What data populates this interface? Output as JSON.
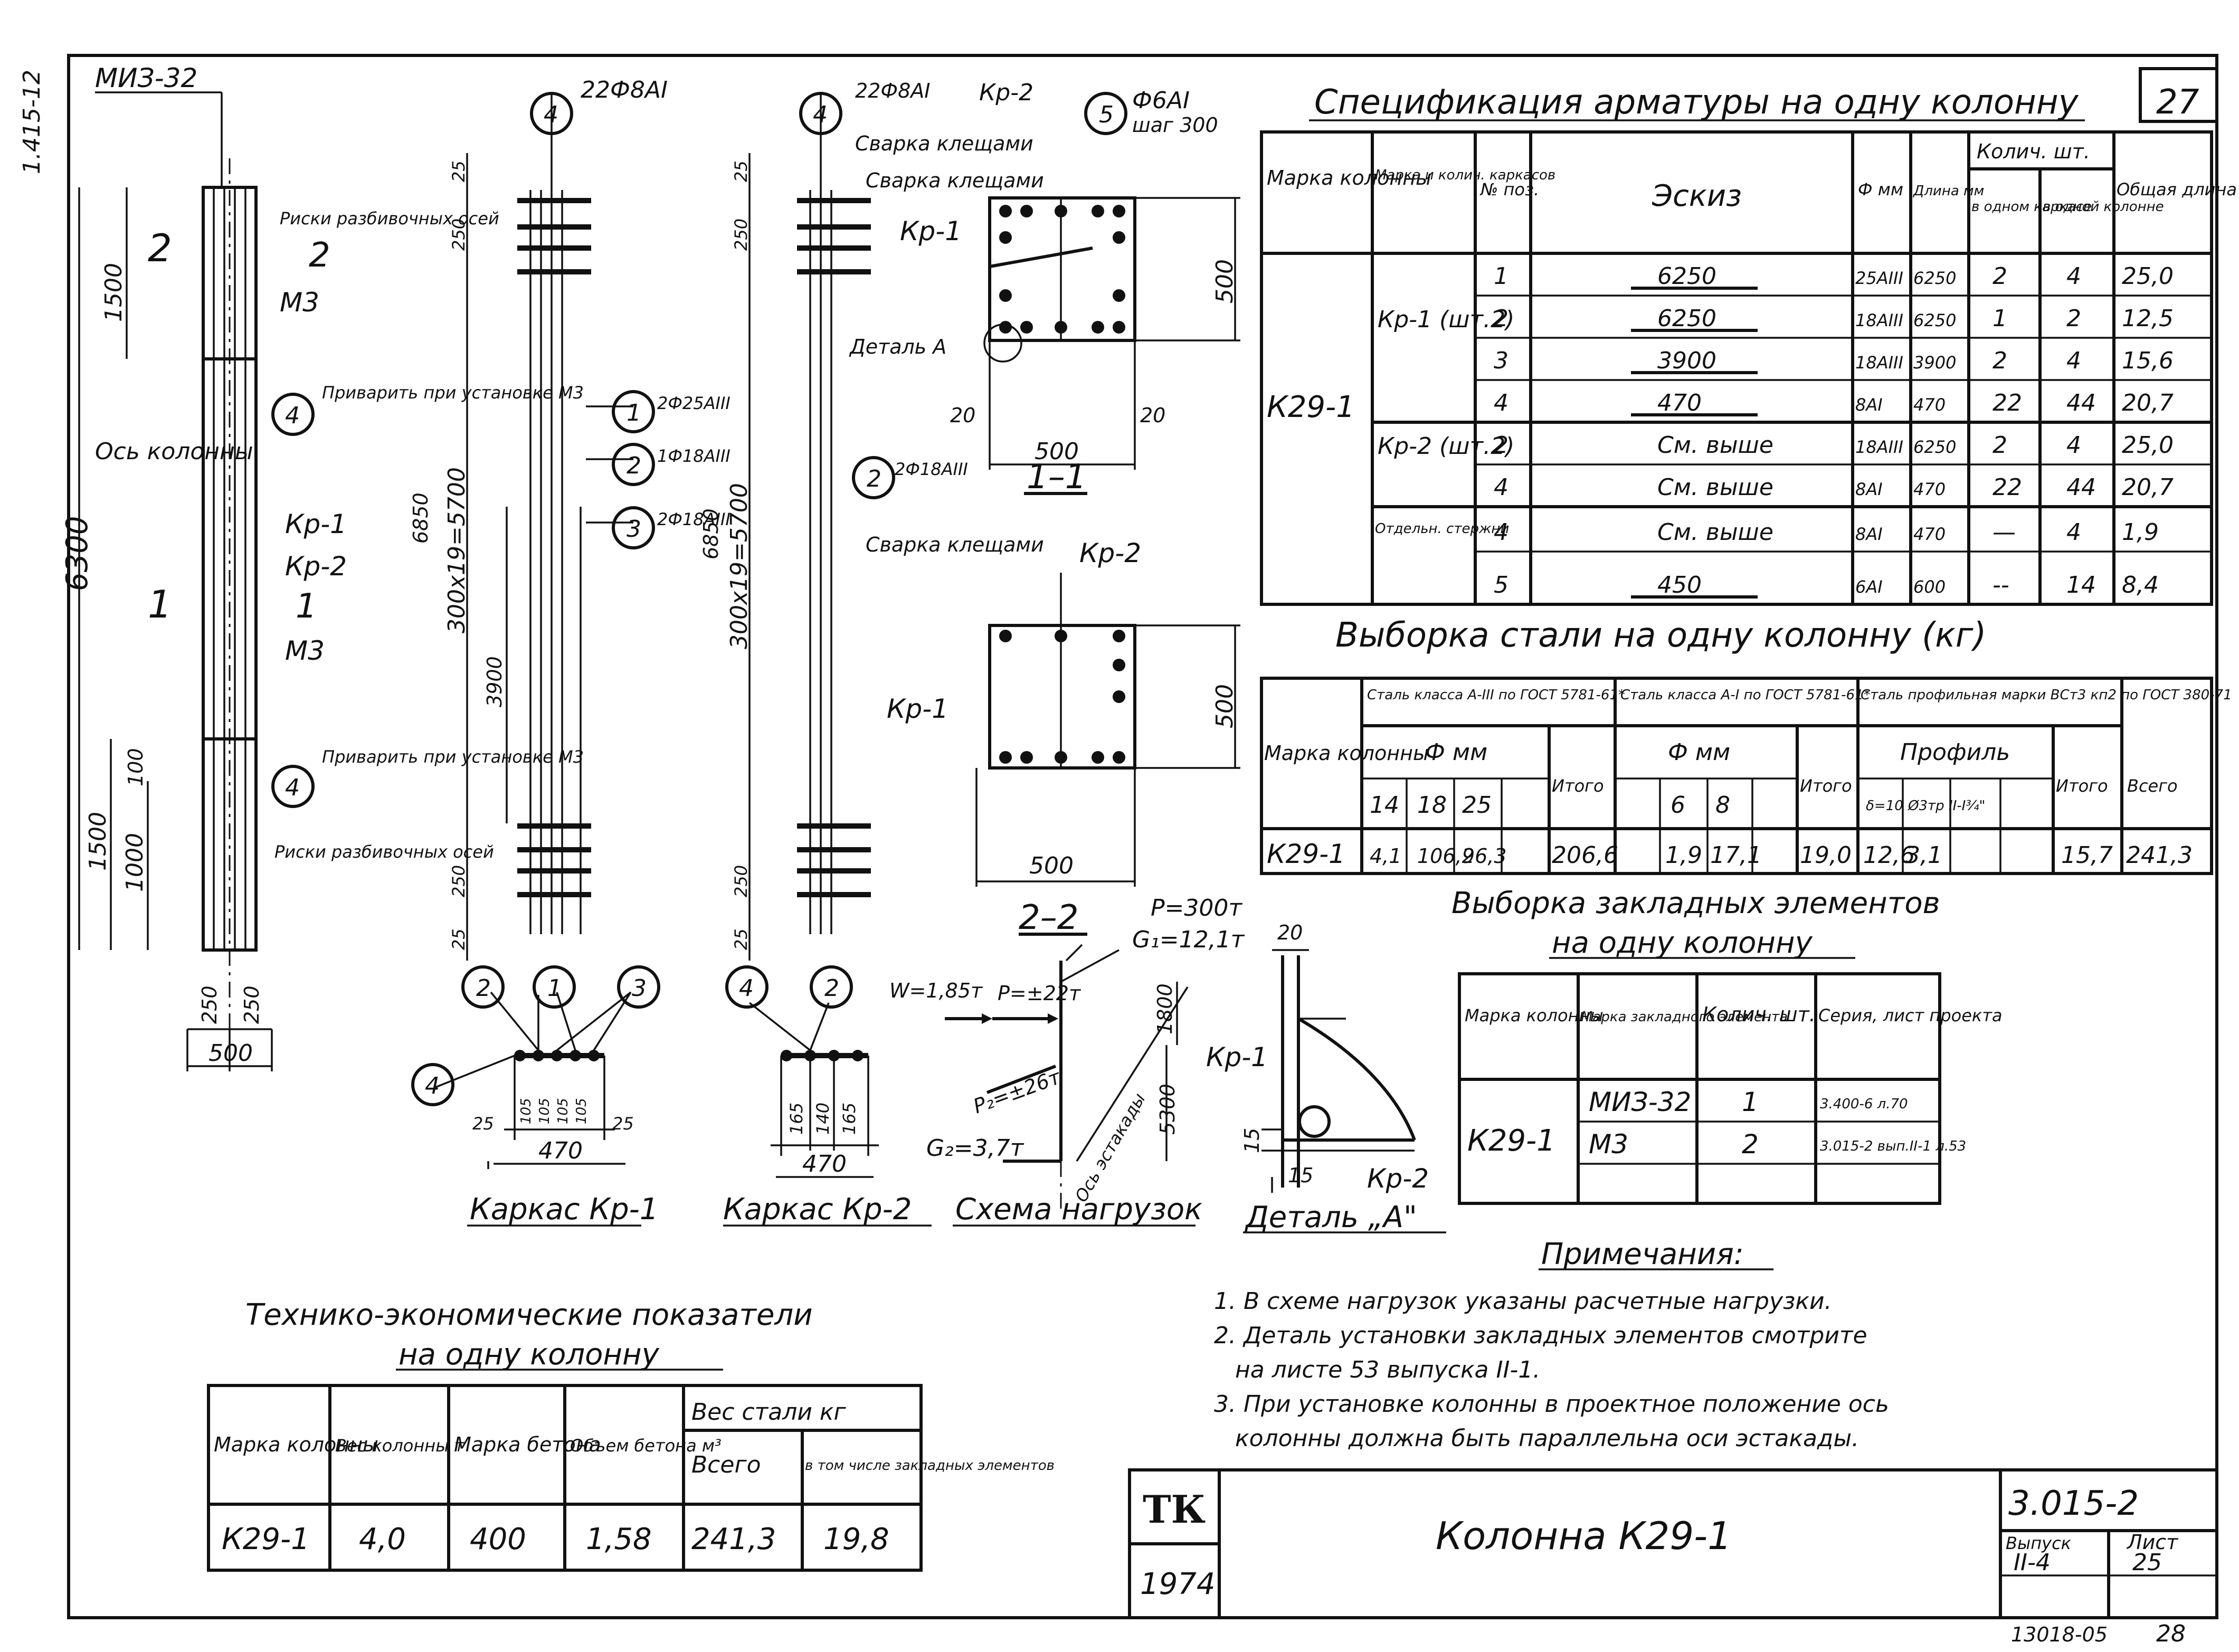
{
  "sheet_no": "27",
  "vertical_code": "1.415-12",
  "spec": {
    "title": "Спецификация арматуры на одну колонну",
    "headers": {
      "mark": "Марка колонны",
      "frame": "Марка и колич. каркасов",
      "pos": "№ поз.",
      "sketch": "Эскиз",
      "dia": "Ф мм",
      "len": "Длина мм",
      "qty": "Колич. шт.",
      "qty_frame": "в одном каркасе",
      "qty_col": "в одной колонне",
      "total": "Общая длина м"
    },
    "col_mark": "К29-1",
    "groups": [
      "Кр-1 (шт.2)",
      "Кр-2 (шт.2)",
      "Отдельн. стержни"
    ],
    "rows": [
      {
        "pos": "1",
        "sketch": "6250",
        "dia": "25АIII",
        "len": "6250",
        "qf": "2",
        "qc": "4",
        "total": "25,0"
      },
      {
        "pos": "2",
        "sketch": "6250",
        "dia": "18АIII",
        "len": "6250",
        "qf": "1",
        "qc": "2",
        "total": "12,5"
      },
      {
        "pos": "3",
        "sketch": "3900",
        "dia": "18АIII",
        "len": "3900",
        "qf": "2",
        "qc": "4",
        "total": "15,6"
      },
      {
        "pos": "4",
        "sketch": "470",
        "dia": "8АI",
        "len": "470",
        "qf": "22",
        "qc": "44",
        "total": "20,7"
      },
      {
        "pos": "2",
        "sketch": "См. выше",
        "dia": "18АIII",
        "len": "6250",
        "qf": "2",
        "qc": "4",
        "total": "25,0"
      },
      {
        "pos": "4",
        "sketch": "См. выше",
        "dia": "8АI",
        "len": "470",
        "qf": "22",
        "qc": "44",
        "total": "20,7"
      },
      {
        "pos": "4",
        "sketch": "См. выше",
        "dia": "8АI",
        "len": "470",
        "qf": "—",
        "qc": "4",
        "total": "1,9"
      },
      {
        "pos": "5",
        "sketch": "450",
        "dia": "6АI",
        "len": "600",
        "qf": "--",
        "qc": "14",
        "total": "8,4"
      }
    ]
  },
  "steel": {
    "title": "Выборка стали на одну колонну (кг)",
    "h_mark": "Марка колонны",
    "h_a3": "Сталь класса А-III по ГОСТ 5781-61*",
    "h_a1": "Сталь класса А-I по ГОСТ 5781-61*",
    "h_prof": "Сталь профильная марки ВСт3 кп2 по ГОСТ 380-71",
    "h_fmm": "Ф мм",
    "h_itogo": "Итого",
    "h_profil": "Профиль",
    "h_vsego": "Всего",
    "d_a3": [
      "14",
      "18",
      "25"
    ],
    "d_a1": [
      "6",
      "8"
    ],
    "d_prof": [
      "δ=10",
      "Ø3тр ІІ-І¾\""
    ],
    "row": {
      "mark": "К29-1",
      "a3": [
        "4,1",
        "106,2",
        "96,3"
      ],
      "a3_total": "206,6",
      "a1": [
        "1,9",
        "17,1"
      ],
      "a1_total": "19,0",
      "prof": [
        "12,6",
        "3,1"
      ],
      "prof_total": "15,7",
      "all": "241,3"
    }
  },
  "embedded": {
    "title1": "Выборка закладных элементов",
    "title2": "на одну колонну",
    "h_mark": "Марка колонны",
    "h_el": "Марка закладного элемента",
    "h_qty": "Колич. шт.",
    "h_ser": "Серия, лист проекта",
    "col_mark": "К29-1",
    "rows": [
      {
        "el": "МИЗ-32",
        "qty": "1",
        "ser": "3.400-6 л.70"
      },
      {
        "el": "М3",
        "qty": "2",
        "ser": "3.015-2 вып.ІІ-1 л.53"
      }
    ]
  },
  "tech": {
    "title1": "Технико-экономические показатели",
    "title2": "на одну колонну",
    "h_mark": "Марка колонны",
    "h_weight": "Вес колонны т",
    "h_concrete": "Марка бетона",
    "h_volume": "Объем бетона м³",
    "h_steel": "Вес стали кг",
    "h_total": "Всего",
    "h_incl": "в том числе закладных элементов",
    "row": {
      "mark": "К29-1",
      "weight": "4,0",
      "concrete": "400",
      "volume": "1,58",
      "total": "241,3",
      "incl": "19,8"
    }
  },
  "notes": {
    "title": "Примечания:",
    "items": [
      "1. В схеме нагрузок указаны расчетные нагрузки.",
      "2. Деталь установки закладных элементов смотрите",
      "на листе 53 выпуска ІІ-1.",
      "3. При установке колонны в проектное положение ось",
      "колонны должна быть параллельна оси эстакады."
    ]
  },
  "title_block": {
    "org": "ТК",
    "year": "1974",
    "name": "Колонна К29-1",
    "series": "3.015-2",
    "issue_label": "Выпуск",
    "issue": "ІІ-4",
    "sheet_label": "Лист",
    "sheet": "25",
    "stamp": "13018-05",
    "page": "28"
  },
  "column_view": {
    "top_label": "МИЗ-32",
    "risks1": "Риски разбивочных осей",
    "risks2": "Риски разбивочных осей",
    "m3_a": "М3",
    "m3_b": "М3",
    "weld1": "Приварить при установке М3",
    "weld2": "Приварить при установке М3",
    "axis": "Ось колонны",
    "kr1": "Кр-1",
    "kr2": "Кр-2",
    "sec1": "1",
    "sec2": "2",
    "dims": {
      "d1500": "1500",
      "d6300": "6300",
      "d100": "100",
      "d1000": "1000",
      "d1500b": "1500",
      "d250a": "250",
      "d250b": "250",
      "d500": "500"
    }
  },
  "kr1_view": {
    "top": "22Ф8АI",
    "c1": "2Ф25АIII",
    "c2": "1Ф18АIII",
    "c3": "2Ф18АIII",
    "d25": "25",
    "d250": "250",
    "d6850": "6850",
    "d300": "300х19=5700",
    "d3900": "3900",
    "d250b": "250",
    "d25b": "25"
  },
  "kr2_view": {
    "top": "22Ф8АI",
    "kr2": "Кр-2",
    "weld": "Сварка клещами",
    "c2": "2Ф18АIII",
    "d25": "25",
    "d250": "250",
    "d6850": "6850",
    "d300": "300х19=5700",
    "d250b": "250",
    "d25b": "25"
  },
  "section11": {
    "label": "1–1",
    "kr2": "Кр-2",
    "kr1": "Кр-1",
    "phi": "Ф6АI",
    "step": "шаг 300",
    "weld": "Сварка клещами",
    "detail": "Деталь А",
    "d500": "500",
    "d500w": "500",
    "d20a": "20",
    "d20b": "20"
  },
  "section22": {
    "label": "2–2",
    "weld": "Сварка клещами",
    "kr2": "Кр-2",
    "kr1": "Кр-1",
    "d500": "500",
    "d500w": "500"
  },
  "frame_kr1": {
    "caption": "Каркас Кр-1",
    "dims": [
      "25",
      "105",
      "105",
      "105",
      "105",
      "25"
    ],
    "d470": "470"
  },
  "frame_kr2": {
    "caption": "Каркас Кр-2",
    "dims": [
      "165",
      "140",
      "165"
    ],
    "d470": "470"
  },
  "loads": {
    "caption": "Схема нагрузок",
    "P": "Р=300т",
    "G1": "G₁=12,1т",
    "W": "W=1,85т",
    "Pa": "Р=±22т",
    "Pb": "Р₂=±26т",
    "G2": "G₂=3,7т",
    "axis": "Ось эстакады",
    "d1800": "1800",
    "d5300": "5300"
  },
  "detailA": {
    "caption": "Деталь „А\"",
    "kr1": "Кр-1",
    "kr2": "Кр-2",
    "d20": "20",
    "d15": "15",
    "d15b": "15"
  }
}
